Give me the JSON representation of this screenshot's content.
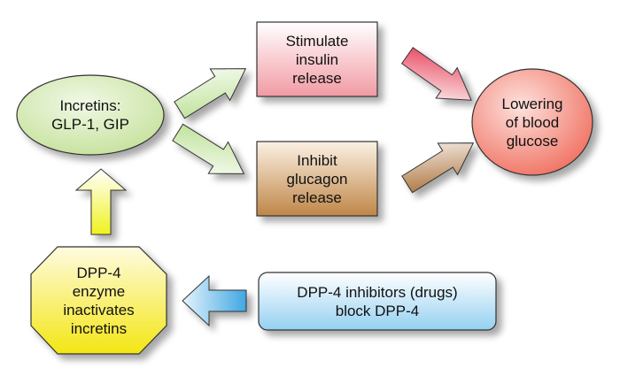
{
  "nodes": {
    "incretins": {
      "label": "Incretins:\nGLP-1, GIP"
    },
    "stimulate_insulin": {
      "label": "Stimulate\ninsulin\nrelease"
    },
    "inhibit_glucagon": {
      "label": "Inhibit\nglucagon\nrelease"
    },
    "lowering_glucose": {
      "label": "Lowering\nof blood\nglucose"
    },
    "dpp4_enzyme": {
      "label": "DPP-4\nenzyme\ninactivates\nincretins"
    },
    "dpp4_inhibitors": {
      "label": "DPP-4 inhibitors (drugs)\nblock DPP-4"
    }
  },
  "colors": {
    "incretins_fill": "#cfe8a8",
    "insulin_fill": "#f4a0a8",
    "glucagon_fill": "#c8955e",
    "glucose_fill": "#f47a6a",
    "enzyme_fill": "#f2ea30",
    "inhibitor_fill": "#a9daf3",
    "arrow_green": "#c9e7a8",
    "arrow_red": "#e8485c",
    "arrow_brown": "#b07840",
    "arrow_yellow": "#ecf04a",
    "arrow_blue": "#5ab4e6"
  }
}
